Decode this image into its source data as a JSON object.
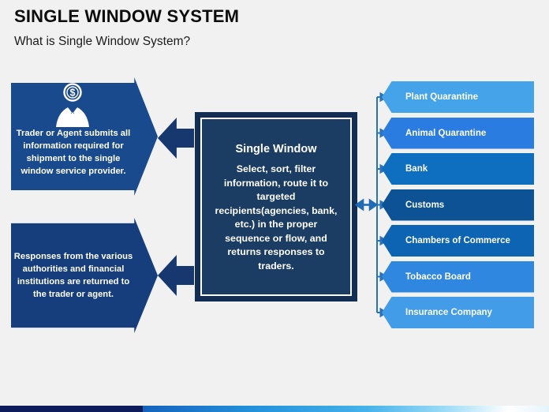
{
  "header": {
    "title": "SINGLE WINDOW SYSTEM",
    "subtitle": "What is Single Window System?"
  },
  "left_boxes": [
    {
      "text": "Trader or Agent submits all information required for shipment to the single window service provider.",
      "icon": "businessman-dollar-icon",
      "color": "#1a4a8e"
    },
    {
      "text": "Responses from the various authorities and financial institutions are returned to the trader or agent.",
      "color": "#163e7c"
    }
  ],
  "center_box": {
    "title": "Single Window",
    "body": "Select, sort, filter information, route it to targeted recipients(agencies, bank, etc.) in the proper sequence or flow, and returns responses to traders.",
    "outer_color": "#122e52",
    "inner_color": "#1b3c63",
    "border_color": "#ffffff"
  },
  "agencies": [
    {
      "label": "Plant Quarantine",
      "color": "#45a3e9"
    },
    {
      "label": "Animal Quarantine",
      "color": "#2b7ce1"
    },
    {
      "label": "Bank",
      "color": "#0e6fc1"
    },
    {
      "label": "Customs",
      "color": "#0c5295"
    },
    {
      "label": "Chambers of Commerce",
      "color": "#0d64b2"
    },
    {
      "label": "Tobacco Board",
      "color": "#2f87e0"
    },
    {
      "label": "Insurance Company",
      "color": "#429ce8"
    }
  ],
  "colors": {
    "thick_arrow": "#17386e",
    "connector_line": "#2a72b8",
    "double_arrow": "#1f6cb5",
    "bar_left": "#0e1c5b",
    "bar_right_gradient": "linear-gradient(90deg, #1463be 0%, #2492dc 28%, #45b2ea 55%, #9fdcf7 75%, #ffffff 90%, #e4f4fc 100%)"
  }
}
